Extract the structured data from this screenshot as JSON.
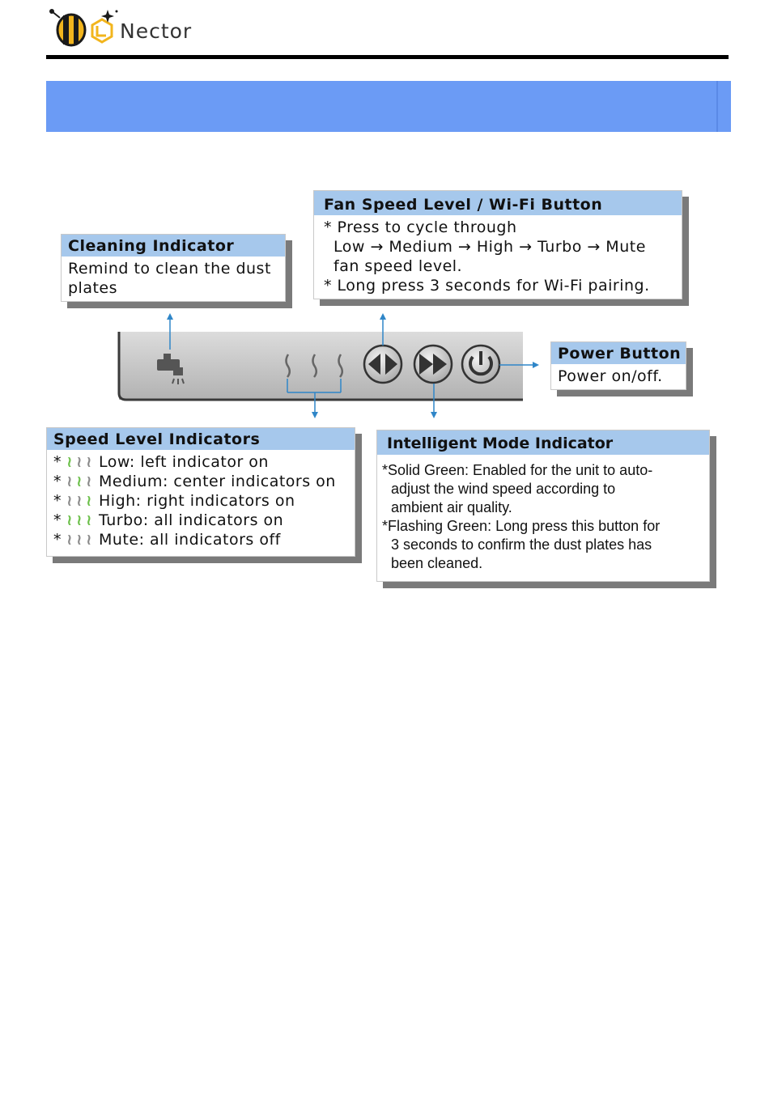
{
  "header": {
    "brand_name": "Nector"
  },
  "callouts": {
    "cleaning": {
      "title": "Cleaning Indicator",
      "lines": [
        "Remind to clean the dust",
        "plates"
      ]
    },
    "fan_speed": {
      "title": "Fan Speed Level / Wi-Fi Button",
      "lines": [
        "* Press to cycle through",
        "Low → Medium → High → Turbo → Mute",
        "fan speed level.",
        "* Long press 3 seconds for Wi-Fi pairing."
      ]
    },
    "power": {
      "title": "Power Button",
      "lines": [
        "Power on/off."
      ]
    },
    "speed_levels": {
      "title": "Speed Level Indicators",
      "items": [
        {
          "text": "Low: left indicator on",
          "on": [
            true,
            false,
            false
          ]
        },
        {
          "text": "Medium: center indicators on",
          "on": [
            false,
            true,
            false
          ]
        },
        {
          "text": "High: right indicators on",
          "on": [
            false,
            false,
            true
          ]
        },
        {
          "text": "Turbo: all indicators on",
          "on": [
            true,
            true,
            true
          ]
        },
        {
          "text": "Mute: all indicators off",
          "on": [
            false,
            false,
            false
          ]
        }
      ]
    },
    "intelligent": {
      "title": "Intelligent Mode Indicator",
      "lines": [
        "*Solid Green: Enabled for the unit to auto-",
        "adjust the wind speed according to",
        "ambient air quality.",
        "*Flashing Green: Long press this button for",
        "3 seconds to confirm the dust plates has",
        "been cleaned."
      ]
    }
  },
  "colors": {
    "band_blue": "#6b9bf5",
    "title_blue": "#a6c8ec",
    "arrow_blue": "#2f86c8",
    "indicator_green": "#6cc04a",
    "indicator_gray": "#8a8a8a"
  }
}
